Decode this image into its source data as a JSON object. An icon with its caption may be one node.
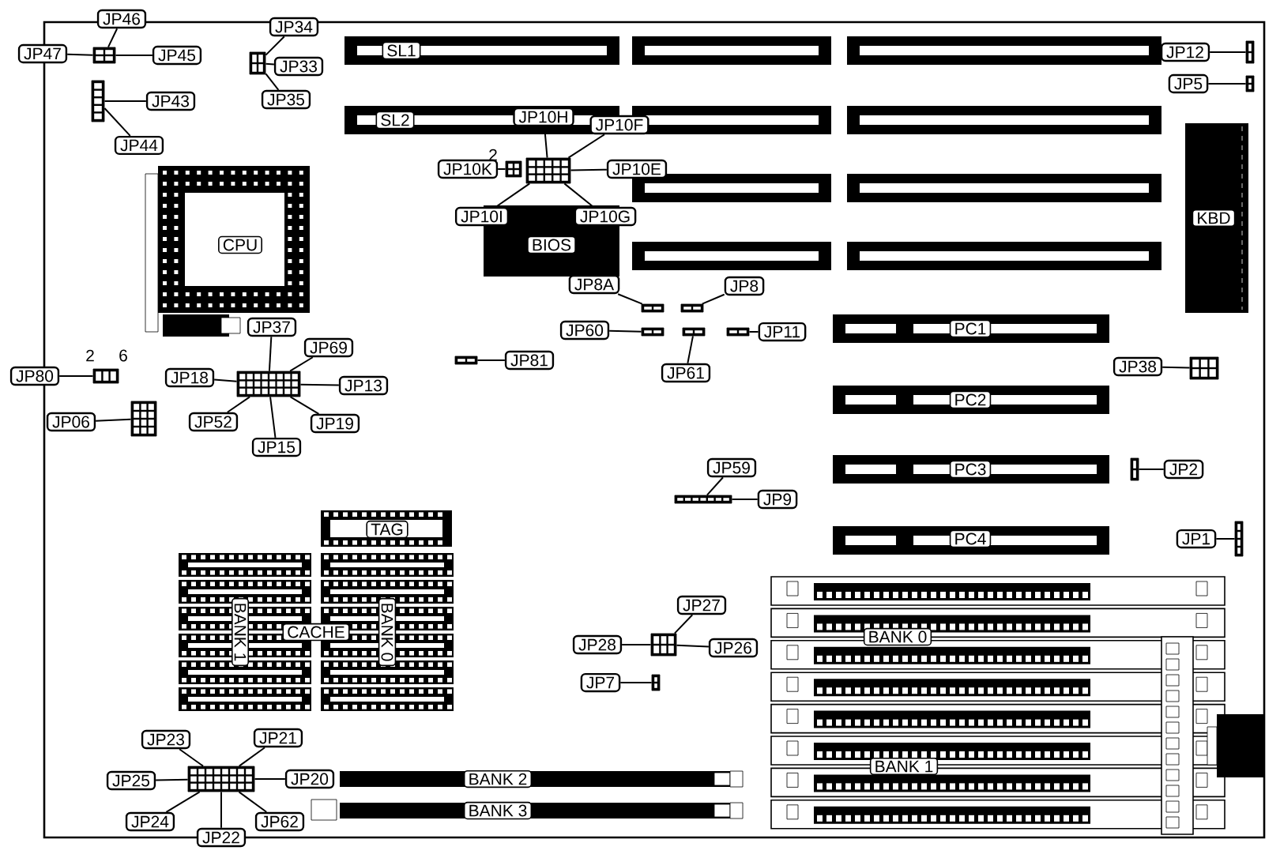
{
  "diagram": {
    "nodes": [
      {
        "text": [
          "JP46"
        ]
      },
      {
        "text": [
          "JP47"
        ]
      },
      {
        "text": [
          "JP45"
        ]
      },
      {
        "text": [
          "JP34"
        ]
      },
      {
        "text": [
          "JP33"
        ]
      },
      {
        "text": [
          "JP35"
        ]
      },
      {
        "text": [
          "JP43"
        ]
      },
      {
        "text": [
          "JP44"
        ]
      },
      {
        "text": [
          "JP12"
        ]
      },
      {
        "text": [
          "JP5"
        ]
      },
      {
        "text": [
          "JP10H"
        ]
      },
      {
        "text": [
          "JP10F"
        ]
      },
      {
        "text": [
          "JP10K"
        ]
      },
      {
        "text": [
          "JP10E"
        ]
      },
      {
        "text": [
          "JP10I"
        ]
      },
      {
        "text": [
          "JP10G"
        ]
      },
      {
        "text": [
          "JP8A"
        ]
      },
      {
        "text": [
          "JP8"
        ]
      },
      {
        "text": [
          "JP60"
        ]
      },
      {
        "text": [
          "JP11"
        ]
      },
      {
        "text": [
          "JP61"
        ]
      },
      {
        "text": [
          "JP37"
        ]
      },
      {
        "text": [
          "JP69"
        ]
      },
      {
        "text": [
          "JP80"
        ]
      },
      {
        "text": [
          "JP18"
        ]
      },
      {
        "text": [
          "JP13"
        ]
      },
      {
        "text": [
          "JP81"
        ]
      },
      {
        "text": [
          "JP38"
        ]
      },
      {
        "text": [
          "JP06"
        ]
      },
      {
        "text": [
          "JP52"
        ]
      },
      {
        "text": [
          "JP19"
        ]
      },
      {
        "text": [
          "JP15"
        ]
      },
      {
        "text": [
          "JP59"
        ]
      },
      {
        "text": [
          "JP9"
        ]
      },
      {
        "text": [
          "JP2"
        ]
      },
      {
        "text": [
          "JP1"
        ]
      },
      {
        "text": [
          "JP27"
        ]
      },
      {
        "text": [
          "JP28"
        ]
      },
      {
        "text": [
          "JP26"
        ]
      },
      {
        "text": [
          "JP7"
        ]
      },
      {
        "text": [
          "JP23"
        ]
      },
      {
        "text": [
          "JP21"
        ]
      },
      {
        "text": [
          "JP25"
        ]
      },
      {
        "text": [
          "JP20"
        ]
      },
      {
        "text": [
          "JP24"
        ]
      },
      {
        "text": [
          "JP22"
        ]
      },
      {
        "text": [
          "JP62"
        ]
      },
      {
        "text": [],
        "shape": "box"
      },
      {
        "text": [],
        "shape": "box"
      },
      {
        "text": [],
        "shape": "box"
      },
      {
        "text": [],
        "shape": "box"
      },
      {
        "text": [],
        "shape": "box"
      },
      {
        "text": [],
        "shape": "box"
      },
      {
        "text": [],
        "shape": "box"
      },
      {
        "text": [],
        "shape": "box"
      },
      {
        "text": [],
        "shape": "box"
      },
      {
        "text": [],
        "shape": "box"
      },
      {
        "text": [],
        "shape": "box"
      },
      {
        "text": [],
        "shape": "box"
      },
      {
        "text": [],
        "shape": "box"
      },
      {
        "text": [],
        "shape": "box"
      },
      {
        "text": [],
        "shape": "box"
      },
      {
        "text": [],
        "shape": "box"
      },
      {
        "text": [],
        "shape": "box"
      },
      {
        "text": [],
        "shape": "box"
      },
      {
        "text": [],
        "shape": "box"
      },
      {
        "text": [],
        "shape": "box"
      },
      {
        "text": [],
        "shape": "box"
      },
      {
        "text": [],
        "shape": "box"
      },
      {
        "text": [],
        "shape": "box"
      },
      {
        "text": [
          "SL1"
        ]
      },
      {
        "text": [
          "SL2"
        ]
      },
      {
        "text": [
          "BIOS"
        ]
      },
      {
        "text": [
          "KBD"
        ]
      },
      {
        "text": [
          "CPU"
        ]
      },
      {
        "text": [
          "PC1"
        ]
      },
      {
        "text": [
          "PC2"
        ]
      },
      {
        "text": [
          "PC3"
        ]
      },
      {
        "text": [
          "PC4"
        ]
      },
      {
        "text": [
          "TAG"
        ]
      },
      {
        "text": [
          "BANK 1"
        ]
      },
      {
        "text": [
          "CACHE"
        ]
      },
      {
        "text": [
          "BANK 0"
        ]
      },
      {
        "text": [
          "BANK 0"
        ]
      },
      {
        "text": [
          "BANK 1"
        ]
      },
      {
        "text": [
          "BANK 2"
        ]
      },
      {
        "text": [
          "BANK 3"
        ]
      }
    ],
    "edges": [
      {
        "from": 0,
        "to": 47,
        "arrow": "none"
      },
      {
        "from": 1,
        "to": 47,
        "arrow": "none"
      },
      {
        "from": 2,
        "to": 47,
        "arrow": "none"
      },
      {
        "from": 3,
        "to": 49,
        "arrow": "none"
      },
      {
        "from": 4,
        "to": 49,
        "arrow": "none"
      },
      {
        "from": 5,
        "to": 49,
        "arrow": "none"
      },
      {
        "from": 6,
        "to": 48,
        "arrow": "none"
      },
      {
        "from": 7,
        "to": 48,
        "arrow": "none"
      },
      {
        "from": 8,
        "to": 50,
        "arrow": "none"
      },
      {
        "from": 9,
        "to": 51,
        "arrow": "none"
      },
      {
        "from": 10,
        "to": 53,
        "arrow": "none"
      },
      {
        "from": 11,
        "to": 53,
        "arrow": "none"
      },
      {
        "from": 12,
        "to": 52,
        "arrow": "none"
      },
      {
        "from": 13,
        "to": 53,
        "arrow": "none"
      },
      {
        "from": 14,
        "to": 53,
        "arrow": "none"
      },
      {
        "from": 15,
        "to": 53,
        "arrow": "none"
      },
      {
        "from": 16,
        "to": 54,
        "arrow": "none"
      },
      {
        "from": 17,
        "to": 55,
        "arrow": "none"
      },
      {
        "from": 18,
        "to": 56,
        "arrow": "none"
      },
      {
        "from": 19,
        "to": 58,
        "arrow": "none"
      },
      {
        "from": 20,
        "to": 57,
        "arrow": "none"
      },
      {
        "from": 21,
        "to": 61,
        "arrow": "none"
      },
      {
        "from": 22,
        "to": 61,
        "arrow": "none"
      },
      {
        "from": 23,
        "to": 59,
        "arrow": "none"
      },
      {
        "from": 24,
        "to": 61,
        "arrow": "none"
      },
      {
        "from": 25,
        "to": 61,
        "arrow": "none"
      },
      {
        "from": 26,
        "to": 62,
        "arrow": "none"
      },
      {
        "from": 27,
        "to": 63,
        "arrow": "none"
      },
      {
        "from": 28,
        "to": 60,
        "arrow": "none"
      },
      {
        "from": 29,
        "to": 61,
        "arrow": "none"
      },
      {
        "from": 30,
        "to": 61,
        "arrow": "none"
      },
      {
        "from": 31,
        "to": 61,
        "arrow": "none"
      },
      {
        "from": 32,
        "to": 64,
        "arrow": "none"
      },
      {
        "from": 33,
        "to": 64,
        "arrow": "none"
      },
      {
        "from": 34,
        "to": 65,
        "arrow": "none"
      },
      {
        "from": 35,
        "to": 66,
        "arrow": "none"
      },
      {
        "from": 36,
        "to": 67,
        "arrow": "none"
      },
      {
        "from": 37,
        "to": 67,
        "arrow": "none"
      },
      {
        "from": 38,
        "to": 67,
        "arrow": "none"
      },
      {
        "from": 39,
        "to": 68,
        "arrow": "none"
      },
      {
        "from": 40,
        "to": 69,
        "arrow": "none"
      },
      {
        "from": 41,
        "to": 69,
        "arrow": "none"
      },
      {
        "from": 42,
        "to": 69,
        "arrow": "none"
      },
      {
        "from": 43,
        "to": 69,
        "arrow": "none"
      },
      {
        "from": 44,
        "to": 69,
        "arrow": "none"
      },
      {
        "from": 45,
        "to": 69,
        "arrow": "none"
      },
      {
        "from": 46,
        "to": 69,
        "arrow": "none"
      }
    ],
    "labels": [
      "2",
      "2",
      "6"
    ]
  }
}
